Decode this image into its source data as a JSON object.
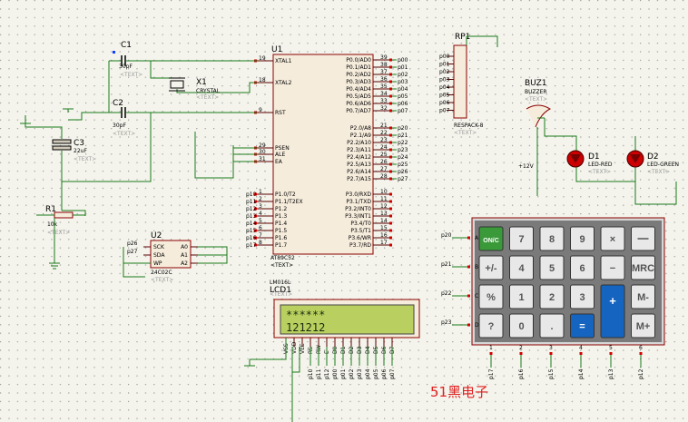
{
  "colors": {
    "wire": "#1a7a1a",
    "body": "#f6ecdc",
    "border": "#8b0000",
    "lcd": "#b9d060",
    "key_grey": "#e8e8e8",
    "key_blue": "#1565c0",
    "key_green": "#3a9a3a",
    "watermark": "#e02020"
  },
  "mcu": {
    "ref": "U1",
    "part": "AT89C52",
    "sub": "<TEXT>",
    "left_pins": [
      {
        "num": "19",
        "name": "XTAL1"
      },
      {
        "num": "18",
        "name": "XTAL2"
      },
      {
        "num": "9",
        "name": "RST"
      },
      {
        "num": "29",
        "name": "PSEN"
      },
      {
        "num": "30",
        "name": "ALE"
      },
      {
        "num": "31",
        "name": "EA"
      }
    ],
    "p1_pins": [
      {
        "num": "1",
        "name": "P1.0/T2",
        "net": "p10"
      },
      {
        "num": "2",
        "name": "P1.1/T2EX",
        "net": "p11"
      },
      {
        "num": "3",
        "name": "P1.2",
        "net": "p12"
      },
      {
        "num": "4",
        "name": "P1.3",
        "net": "p13"
      },
      {
        "num": "5",
        "name": "P1.4",
        "net": "p14"
      },
      {
        "num": "6",
        "name": "P1.5",
        "net": "p15"
      },
      {
        "num": "7",
        "name": "P1.6",
        "net": "p16"
      },
      {
        "num": "8",
        "name": "P1.7",
        "net": "p17"
      }
    ],
    "p0_pins": [
      {
        "num": "39",
        "name": "P0.0/AD0",
        "net": "p00"
      },
      {
        "num": "38",
        "name": "P0.1/AD1",
        "net": "p01"
      },
      {
        "num": "37",
        "name": "P0.2/AD2",
        "net": "p02"
      },
      {
        "num": "36",
        "name": "P0.3/AD3",
        "net": "p03"
      },
      {
        "num": "35",
        "name": "P0.4/AD4",
        "net": "p04"
      },
      {
        "num": "34",
        "name": "P0.5/AD5",
        "net": "p05"
      },
      {
        "num": "33",
        "name": "P0.6/AD6",
        "net": "p06"
      },
      {
        "num": "32",
        "name": "P0.7/AD7",
        "net": "p07"
      }
    ],
    "p2_pins": [
      {
        "num": "21",
        "name": "P2.0/A8",
        "net": "p20"
      },
      {
        "num": "22",
        "name": "P2.1/A9",
        "net": "p21"
      },
      {
        "num": "23",
        "name": "P2.2/A10",
        "net": "p22"
      },
      {
        "num": "24",
        "name": "P2.3/A11",
        "net": "p23"
      },
      {
        "num": "25",
        "name": "P2.4/A12",
        "net": "p24"
      },
      {
        "num": "26",
        "name": "P2.5/A13",
        "net": "p25"
      },
      {
        "num": "27",
        "name": "P2.6/A14",
        "net": "p26"
      },
      {
        "num": "28",
        "name": "P2.7/A15",
        "net": "p27"
      }
    ],
    "p3_pins": [
      {
        "num": "10",
        "name": "P3.0/RXD",
        "net": "p30"
      },
      {
        "num": "11",
        "name": "P3.1/TXD",
        "net": "p31"
      },
      {
        "num": "12",
        "name": "P3.2/INT0",
        "net": "p32"
      },
      {
        "num": "13",
        "name": "P3.3/INT1",
        "net": "p33"
      },
      {
        "num": "14",
        "name": "P3.4/T0",
        "net": "p34"
      },
      {
        "num": "15",
        "name": "P3.5/T1",
        "net": "p35"
      },
      {
        "num": "16",
        "name": "P3.6/WR",
        "net": "p36"
      },
      {
        "num": "17",
        "name": "P3.7/RD",
        "net": "p37"
      }
    ]
  },
  "crystal": {
    "ref": "X1",
    "part": "CRYSTAL",
    "sub": "<TEXT>"
  },
  "c1": {
    "ref": "C1",
    "value": "30pF",
    "sub": "<TEXT>"
  },
  "c2": {
    "ref": "C2",
    "value": "30pF",
    "sub": "<TEXT>"
  },
  "c3": {
    "ref": "C3",
    "value": "22uF",
    "sub": "<TEXT>"
  },
  "r1": {
    "ref": "R1",
    "value": "10k",
    "sub": "<TEXT>"
  },
  "rp1": {
    "ref": "RP1",
    "part": "RESPACK-8",
    "sub": "<TEXT>",
    "nets": [
      "p00",
      "p01",
      "p02",
      "p03",
      "p04",
      "p05",
      "p06",
      "p07"
    ]
  },
  "eeprom": {
    "ref": "U2",
    "part": "24C02C",
    "sub": "<TEXT>",
    "pins_l": [
      "SCK",
      "SDA",
      "WP"
    ],
    "pins_r": [
      "A0",
      "A1",
      "A2"
    ],
    "nets": [
      "p26",
      "p27"
    ]
  },
  "buzzer": {
    "ref": "BUZ1",
    "part": "BUZZER",
    "sub": "<TEXT>",
    "supply": "+12V"
  },
  "d1": {
    "ref": "D1",
    "part": "LED-RED",
    "sub": "<TEXT>"
  },
  "d2": {
    "ref": "D2",
    "part": "LED-GREEN",
    "sub": "<TEXT>"
  },
  "lcd": {
    "ref": "LCD1",
    "part": "LM016L",
    "sub": "<TEXT>",
    "line1": "******",
    "line2": "121212",
    "pins": [
      "VSS",
      "VDD",
      "VEE",
      "RS",
      "RW",
      "E",
      "D0",
      "D1",
      "D2",
      "D3",
      "D4",
      "D5",
      "D6",
      "D7"
    ],
    "nets": [
      "p10",
      "p11",
      "p12",
      "p00",
      "p01",
      "p02",
      "p03",
      "p04",
      "p05",
      "p06",
      "p07"
    ]
  },
  "keypad": {
    "row_labels": [
      "A",
      "B",
      "C",
      "D"
    ],
    "row_nets": [
      "p20",
      "p21",
      "p22",
      "p23"
    ],
    "col_labels": [
      "1",
      "2",
      "3",
      "4",
      "5",
      "6"
    ],
    "col_nets": [
      "p17",
      "p16",
      "p15",
      "p14",
      "p13",
      "p12"
    ],
    "keys": [
      [
        "ON/C",
        "7",
        "8",
        "9",
        "×",
        "÷"
      ],
      [
        "+/-",
        "4",
        "5",
        "6",
        "−",
        "MRC"
      ],
      [
        "%",
        "1",
        "2",
        "3",
        "",
        "M-"
      ],
      [
        "?",
        "0",
        ".",
        "=",
        "+",
        "M+"
      ]
    ]
  },
  "watermark": "51黑电子"
}
